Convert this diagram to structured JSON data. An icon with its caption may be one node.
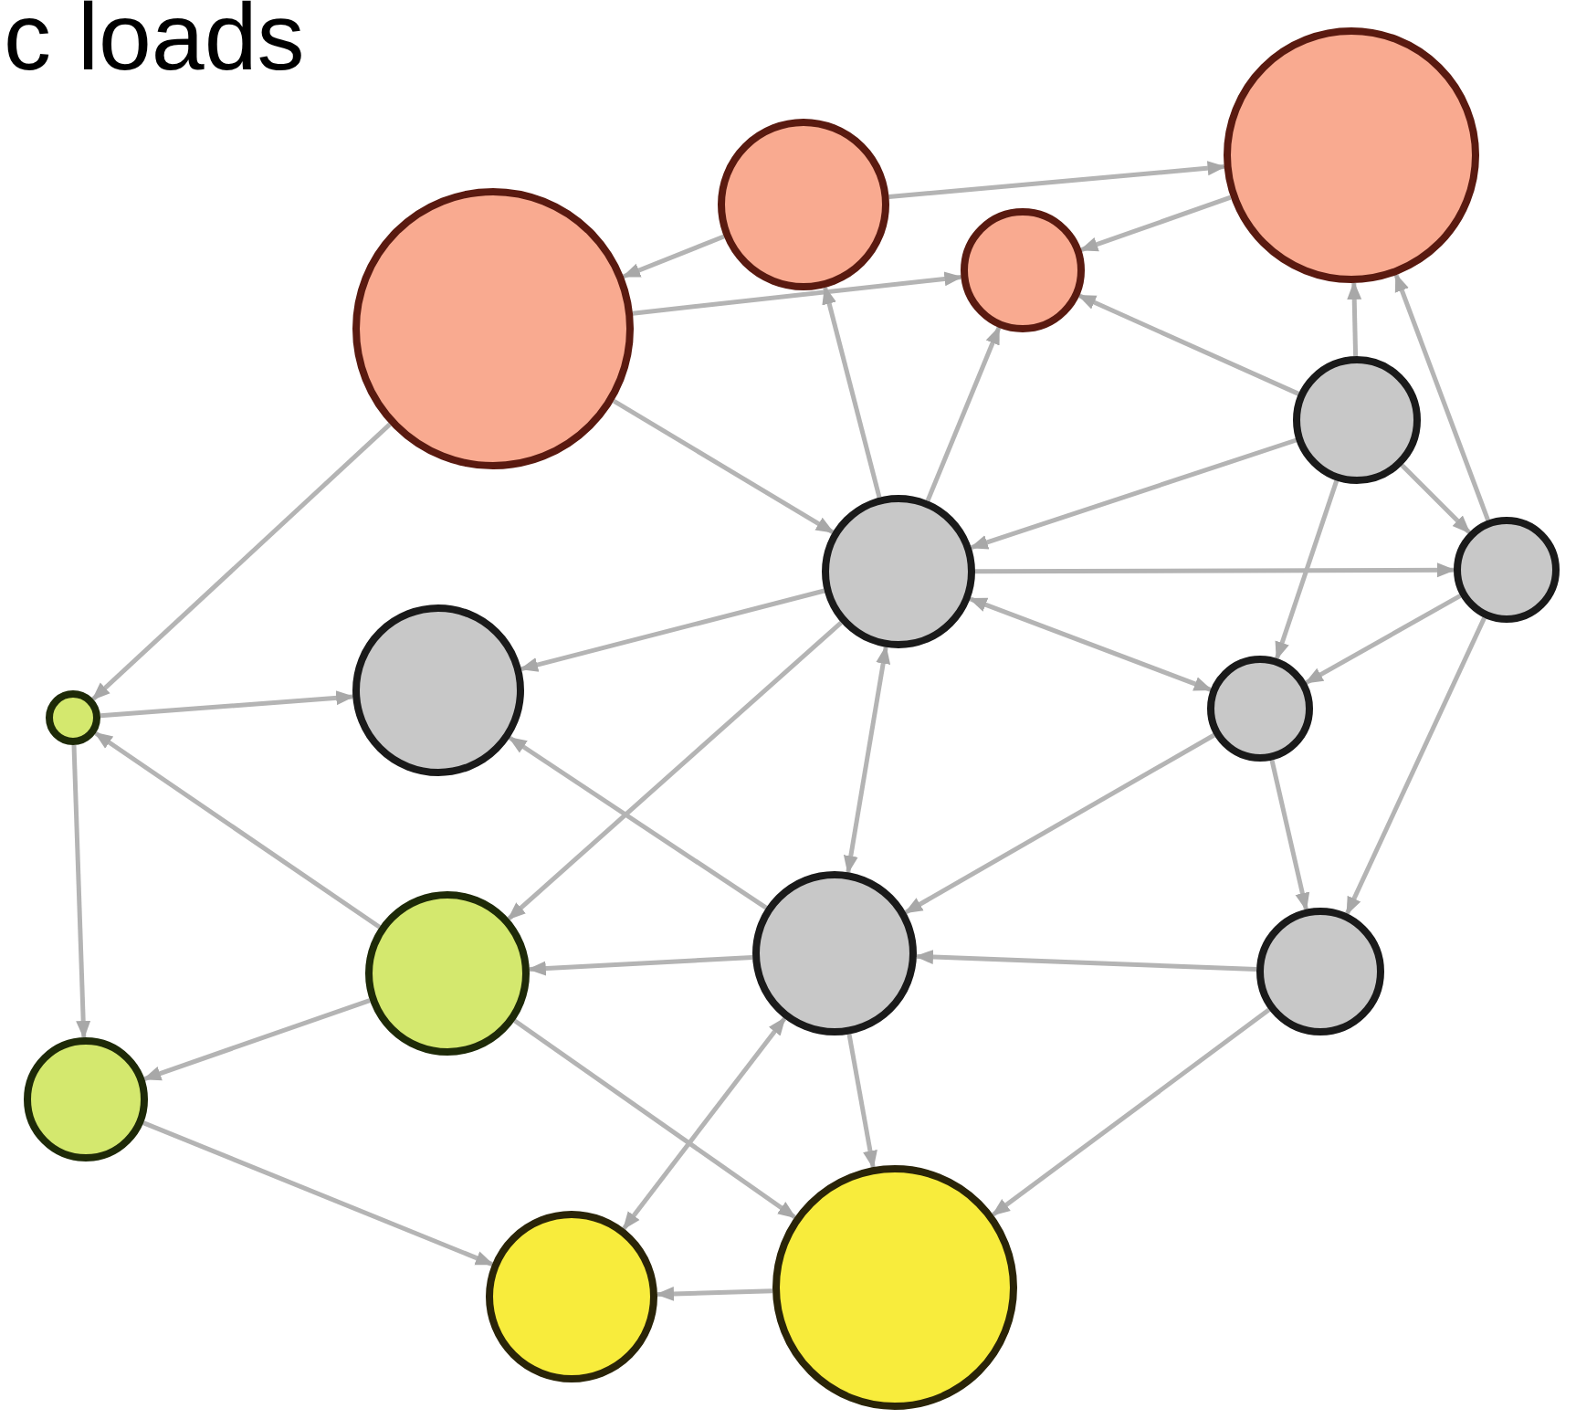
{
  "diagram": {
    "title": "c loads",
    "nodes": [
      {
        "text": [],
        "shape": "circle"
      },
      {
        "text": [],
        "shape": "circle"
      },
      {
        "text": [],
        "shape": "circle"
      },
      {
        "text": [],
        "shape": "circle"
      },
      {
        "text": [],
        "shape": "circle"
      },
      {
        "text": [],
        "shape": "circle"
      },
      {
        "text": [],
        "shape": "circle"
      },
      {
        "text": [],
        "shape": "circle"
      },
      {
        "text": [],
        "shape": "circle"
      },
      {
        "text": [],
        "shape": "circle"
      },
      {
        "text": [],
        "shape": "circle"
      },
      {
        "text": [],
        "shape": "circle"
      },
      {
        "text": [],
        "shape": "circle"
      },
      {
        "text": [],
        "shape": "circle"
      },
      {
        "text": [],
        "shape": "circle"
      },
      {
        "text": [],
        "shape": "circle"
      }
    ],
    "edges": [
      {
        "from": 1,
        "to": 0,
        "arrow": "to"
      },
      {
        "from": 0,
        "to": 2,
        "arrow": "to"
      },
      {
        "from": 1,
        "to": 3,
        "arrow": "to"
      },
      {
        "from": 3,
        "to": 2,
        "arrow": "to"
      },
      {
        "from": 5,
        "to": 1,
        "arrow": "to"
      },
      {
        "from": 5,
        "to": 2,
        "arrow": "to"
      },
      {
        "from": 0,
        "to": 5,
        "arrow": "to"
      },
      {
        "from": 4,
        "to": 2,
        "arrow": "to"
      },
      {
        "from": 4,
        "to": 3,
        "arrow": "to"
      },
      {
        "from": 6,
        "to": 3,
        "arrow": "to"
      },
      {
        "from": 4,
        "to": 5,
        "arrow": "to"
      },
      {
        "from": 5,
        "to": 6,
        "arrow": "to"
      },
      {
        "from": 4,
        "to": 9,
        "arrow": "to"
      },
      {
        "from": 4,
        "to": 6,
        "arrow": "to"
      },
      {
        "from": 5,
        "to": 9,
        "arrow": "both"
      },
      {
        "from": 6,
        "to": 9,
        "arrow": "to"
      },
      {
        "from": 6,
        "to": 12,
        "arrow": "to"
      },
      {
        "from": 9,
        "to": 12,
        "arrow": "to"
      },
      {
        "from": 9,
        "to": 11,
        "arrow": "to"
      },
      {
        "from": 12,
        "to": 11,
        "arrow": "to"
      },
      {
        "from": 5,
        "to": 11,
        "arrow": "both"
      },
      {
        "from": 5,
        "to": 8,
        "arrow": "to"
      },
      {
        "from": 5,
        "to": 10,
        "arrow": "to"
      },
      {
        "from": 0,
        "to": 7,
        "arrow": "to"
      },
      {
        "from": 7,
        "to": 8,
        "arrow": "to"
      },
      {
        "from": 10,
        "to": 7,
        "arrow": "to"
      },
      {
        "from": 7,
        "to": 13,
        "arrow": "to"
      },
      {
        "from": 11,
        "to": 10,
        "arrow": "to"
      },
      {
        "from": 10,
        "to": 13,
        "arrow": "to"
      },
      {
        "from": 13,
        "to": 14,
        "arrow": "to"
      },
      {
        "from": 11,
        "to": 8,
        "arrow": "to"
      },
      {
        "from": 10,
        "to": 15,
        "arrow": "to"
      },
      {
        "from": 11,
        "to": 15,
        "arrow": "to"
      },
      {
        "from": 12,
        "to": 15,
        "arrow": "to"
      },
      {
        "from": 15,
        "to": 14,
        "arrow": "to"
      },
      {
        "from": 14,
        "to": 11,
        "arrow": "both"
      }
    ]
  }
}
